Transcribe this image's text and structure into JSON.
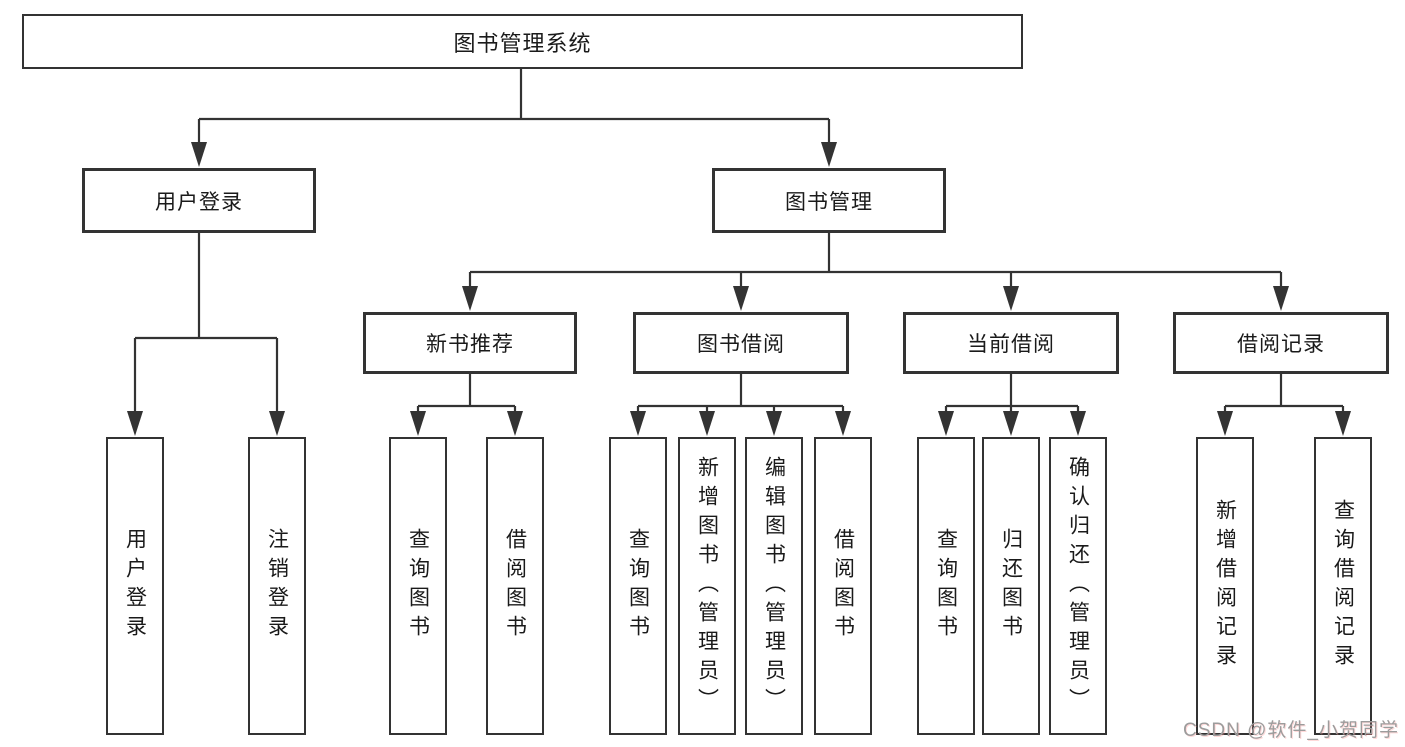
{
  "title": "图书管理系统",
  "tree": {
    "root": {
      "label": "图书管理系统"
    },
    "user_login": {
      "label": "用户登录",
      "children": [
        {
          "label": "用户登录"
        },
        {
          "label": "注销登录"
        }
      ]
    },
    "book_mgmt": {
      "label": "图书管理",
      "children": [
        {
          "label": "新书推荐",
          "children": [
            {
              "label": "查询图书"
            },
            {
              "label": "借阅图书"
            }
          ]
        },
        {
          "label": "图书借阅",
          "children": [
            {
              "label": "查询图书"
            },
            {
              "label": "新增图书（管理员）"
            },
            {
              "label": "编辑图书（管理员）"
            },
            {
              "label": "借阅图书"
            }
          ]
        },
        {
          "label": "当前借阅",
          "children": [
            {
              "label": "查询图书"
            },
            {
              "label": "归还图书"
            },
            {
              "label": "确认归还（管理员）"
            }
          ]
        },
        {
          "label": "借阅记录",
          "children": [
            {
              "label": "新增借阅记录"
            },
            {
              "label": "查询借阅记录"
            }
          ]
        }
      ]
    }
  },
  "watermark": "CSDN @软件_小贺同学",
  "colors": {
    "box_border": "#333333",
    "connector_line": "#333333",
    "text": "#1a1a1a",
    "watermark_text": "#9c9c9c"
  }
}
